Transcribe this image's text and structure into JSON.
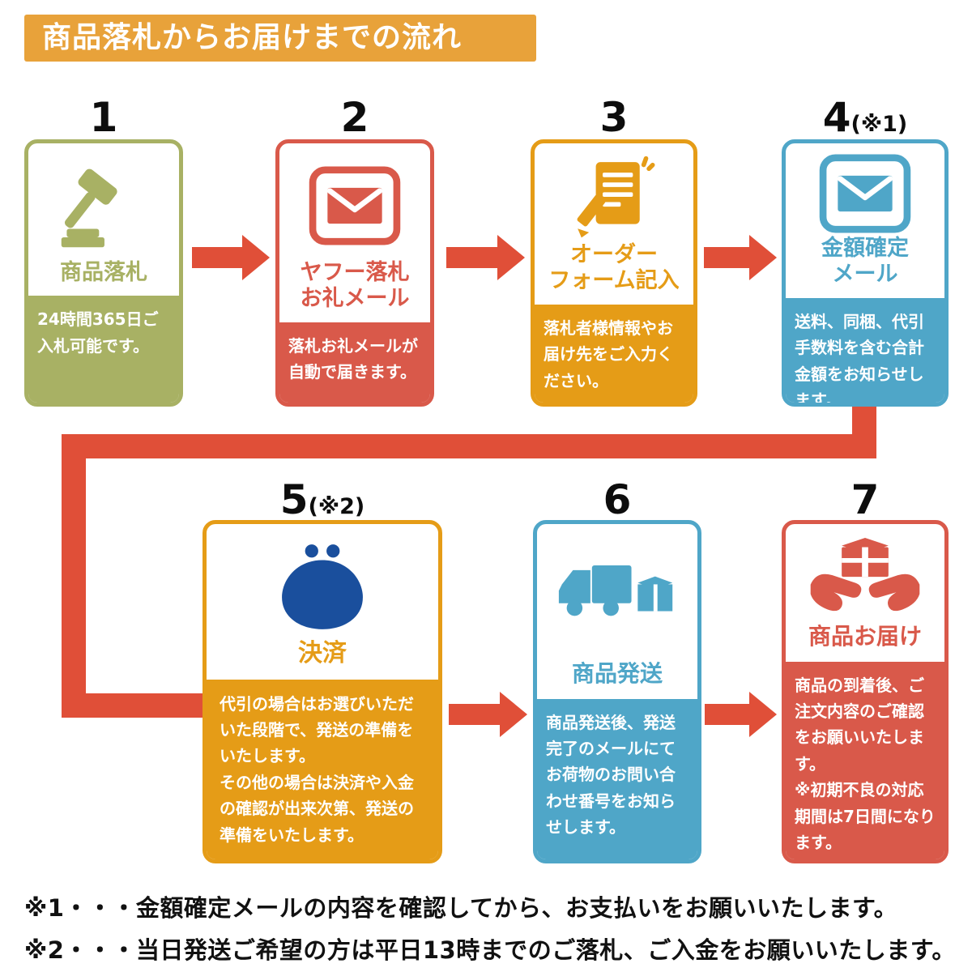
{
  "header": {
    "title": "商品落札からお届けまでの流れ"
  },
  "colors": {
    "header_bg": "#E8A23A",
    "arrow": "#E04F38",
    "olive": "#A8B164",
    "red": "#D9594A",
    "orange": "#E59C17",
    "blue": "#4FA6C8",
    "purse_navy": "#1A4F9D"
  },
  "steps": [
    {
      "number": "1",
      "suffix": "",
      "title": "商品落札",
      "body": "24時間365日ご入札可能です。",
      "color": "#A8B164",
      "icon": "gavel-icon"
    },
    {
      "number": "2",
      "suffix": "",
      "title": "ヤフー落札\nお礼メール",
      "body": "落札お礼メールが自動で届きます。",
      "color": "#D9594A",
      "icon": "mail-icon"
    },
    {
      "number": "3",
      "suffix": "",
      "title": "オーダー\nフォーム記入",
      "body": "落札者様情報やお届け先をご入力ください。",
      "color": "#E59C17",
      "icon": "order-form-icon"
    },
    {
      "number": "4",
      "suffix": "(※1)",
      "title": "金額確定\nメール",
      "body": "送料、同梱、代引手数料を含む合計金額をお知らせします。",
      "color": "#4FA6C8",
      "icon": "mail-icon"
    },
    {
      "number": "5",
      "suffix": "(※2)",
      "title": "決済",
      "body": "代引の場合はお選びいただいた段階で、発送の準備をいたします。\nその他の場合は決済や入金の確認が出来次第、発送の準備をいたします。",
      "color": "#E59C17",
      "icon": "coin-purse-icon",
      "icon_color": "#1A4F9D"
    },
    {
      "number": "6",
      "suffix": "",
      "title": "商品発送",
      "body": "商品発送後、発送完了のメールにてお荷物のお問い合わせ番号をお知らせします。",
      "color": "#4FA6C8",
      "icon": "delivery-truck-icon"
    },
    {
      "number": "7",
      "suffix": "",
      "title": "商品お届け",
      "body": "商品の到着後、ご注文内容のご確認をお願いいたします。\n※初期不良の対応期間は7日間になります。",
      "color": "#D9594A",
      "icon": "hands-package-icon"
    }
  ],
  "notes": [
    "※1・・・金額確定メールの内容を確認してから、お支払いをお願いいたします。",
    "※2・・・当日発送ご希望の方は平日13時までのご落札、ご入金をお願いいたします。"
  ]
}
